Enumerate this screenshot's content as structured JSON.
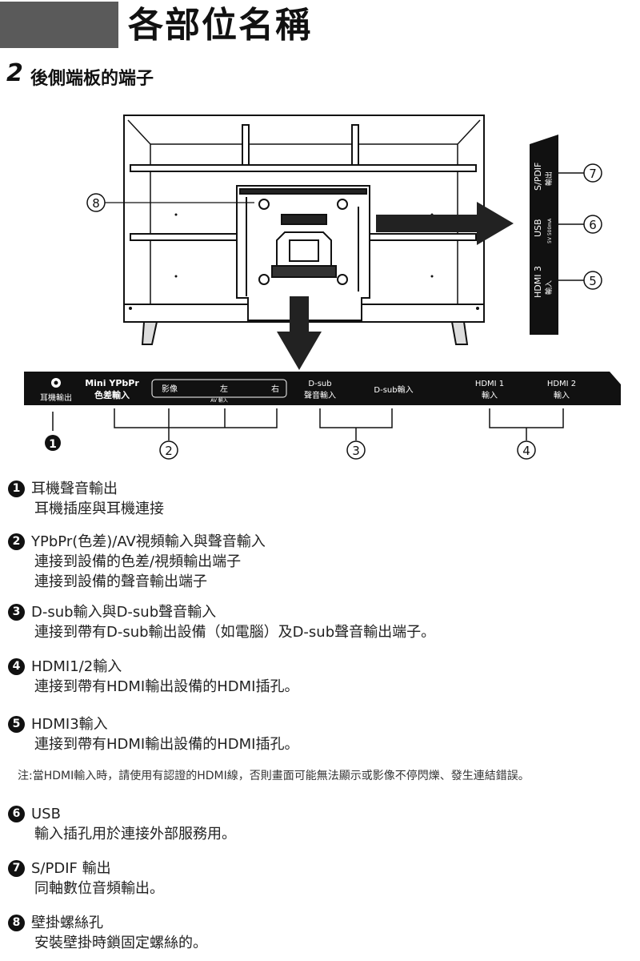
{
  "header": {
    "title": "各部位名稱"
  },
  "section": {
    "number": "2",
    "title": "後側端板的端子"
  },
  "callouts": {
    "wall_mount": "8",
    "spdif": "7",
    "usb": "6",
    "hdmi3": "5",
    "p1": "1",
    "p2": "2",
    "p3": "3",
    "p4": "4"
  },
  "side_panel": {
    "spdif_top": "S/PDIF",
    "spdif_sub": "輸出",
    "usb_top": "USB",
    "usb_sub": "5V 500mA",
    "hdmi3_top": "HDMI 3",
    "hdmi3_sub": "輸入"
  },
  "bottom_panel": {
    "headphone": "耳機輸出",
    "mini_ypbpr": "Mini YPbPr",
    "mini_ypbpr_sub": "色差輸入",
    "av_video": "影像",
    "av_left": "左",
    "av_right": "右",
    "av_label": "AV 輸入",
    "dsub_audio_top": "D-sub",
    "dsub_audio_sub": "聲音輸入",
    "dsub_in": "D-sub輸入",
    "hdmi1_top": "HDMI 1",
    "hdmi1_sub": "輸入",
    "hdmi2_top": "HDMI 2",
    "hdmi2_sub": "輸入"
  },
  "items": [
    {
      "num": "1",
      "title": "耳機聲音輸出",
      "lines": [
        "耳機插座與耳機連接"
      ]
    },
    {
      "num": "2",
      "title": "YPbPr(色差)/AV視頻輸入與聲音輸入",
      "lines": [
        "連接到設備的色差/視頻輸出端子",
        "連接到設備的聲音輸出端子"
      ]
    },
    {
      "num": "3",
      "title": "D-sub輸入與D-sub聲音輸入",
      "lines": [
        "連接到帶有D-sub輸出設備（如電腦）及D-sub聲音輸出端子。"
      ]
    },
    {
      "num": "4",
      "title": "HDMI1/2輸入",
      "lines": [
        "連接到帶有HDMI輸出設備的HDMI插孔。"
      ]
    },
    {
      "num": "5",
      "title": "HDMI3輸入",
      "lines": [
        "連接到帶有HDMI輸出設備的HDMI插孔。"
      ]
    },
    {
      "num": "6",
      "title": "USB",
      "lines": [
        "輸入插孔用於連接外部服務用。"
      ]
    },
    {
      "num": "7",
      "title": "S/PDIF 輸出",
      "lines": [
        "同軸數位音頻輸出。"
      ]
    },
    {
      "num": "8",
      "title": "壁掛螺絲孔",
      "lines": [
        "安裝壁掛時鎖固定螺絲的。"
      ]
    }
  ],
  "note": "注:當HDMI輸入時，請使用有認證的HDMI線，否則畫面可能無法顯示或影像不停閃爍、發生連結錯誤。"
}
